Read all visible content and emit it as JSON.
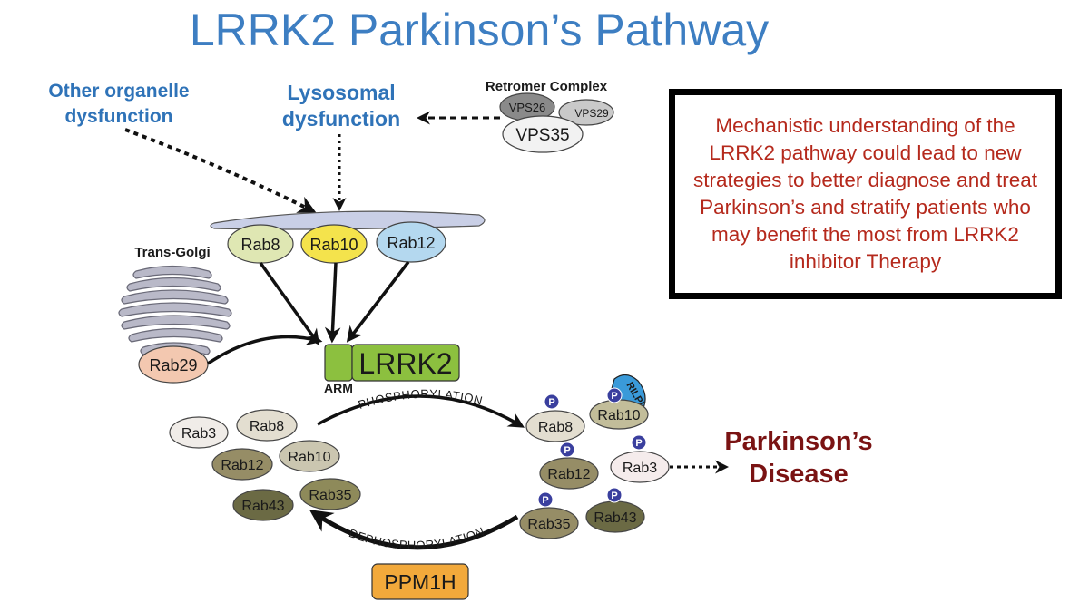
{
  "title": "LRRK2 Parkinson’s Pathway",
  "labels": {
    "other_organelle_line1": "Other organelle",
    "other_organelle_line2": "dysfunction",
    "lysosomal_line1": "Lysosomal",
    "lysosomal_line2": "dysfunction",
    "retromer_complex": "Retromer Complex",
    "trans_golgi": "Trans-Golgi",
    "arm": "ARM",
    "phosphorylation": "PHOSPHORYLATION",
    "dephosphorylation": "DEPHOSPHORYLATION",
    "parkinsons_line1": "Parkinson’s",
    "parkinsons_line2": "Disease",
    "phospho_mark": "P"
  },
  "retromer": {
    "vps26": "VPS26",
    "vps29": "VPS29",
    "vps35": "VPS35"
  },
  "membrane_rabs": [
    "Rab8",
    "Rab10",
    "Rab12"
  ],
  "rab29": "Rab29",
  "lrrk2": "LRRK2",
  "unphosphorylated_rabs": [
    "Rab3",
    "Rab8",
    "Rab12",
    "Rab10",
    "Rab43",
    "Rab35"
  ],
  "phosphorylated_rabs": [
    "Rab8",
    "Rab10",
    "Rab12",
    "Rab3",
    "Rab35",
    "Rab43"
  ],
  "rilpl": "RILPL",
  "ppm1h": "PPM1H",
  "callout": "Mechanistic understanding of the LRRK2 pathway could lead to new strategies to better diagnose and treat Parkinson’s and stratify patients who may benefit the most from LRRK2 inhibitor Therapy",
  "colors": {
    "title": "#3d7ec2",
    "blue_labels": "#2f73b8",
    "callout_text": "#b5291c",
    "parkinsons": "#7a1313",
    "lrrk2_green": "#8cc03f",
    "ppm1h_orange": "#f2a93b",
    "rab10_yellow": "#f4e34c",
    "rab12_blue": "#b4d8ef",
    "rab8_green": "#dfe7b3",
    "rab29_peach": "#f3c8b0",
    "rilpl_blue": "#3a9ad9",
    "phospho_purple": "#3a3f9e"
  }
}
